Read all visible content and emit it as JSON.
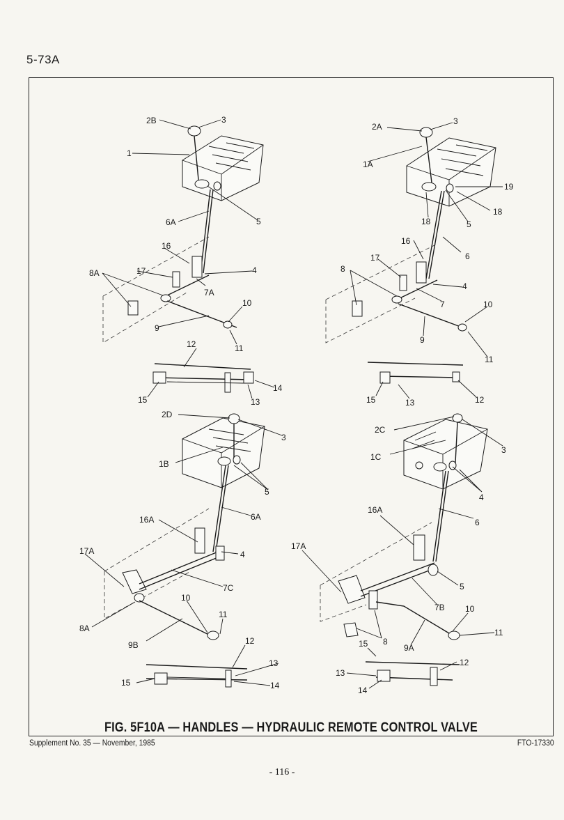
{
  "header": {
    "page_number": "5-73A"
  },
  "figure": {
    "caption": "FIG. 5F10A — HANDLES — HYDRAULIC REMOTE CONTROL VALVE",
    "panels": {
      "top_left": [
        "2B",
        "3",
        "1",
        "6A",
        "5",
        "16",
        "8A",
        "17",
        "4",
        "7A",
        "10",
        "9",
        "11"
      ],
      "top_right": [
        "2A",
        "3",
        "1A",
        "19",
        "18",
        "18",
        "5",
        "16",
        "6",
        "17",
        "8",
        "4",
        "7",
        "10",
        "9",
        "11"
      ],
      "mid_left_detail": [
        "12",
        "15",
        "14",
        "13"
      ],
      "mid_right_detail": [
        "15",
        "13",
        "12"
      ],
      "bottom_left": [
        "2D",
        "3",
        "1B",
        "5",
        "6A",
        "16A",
        "4",
        "17A",
        "7C",
        "10",
        "11",
        "8A",
        "9B"
      ],
      "bottom_right": [
        "2C",
        "3",
        "1C",
        "4",
        "16A",
        "6",
        "17A",
        "5",
        "7B",
        "10",
        "11",
        "8",
        "15",
        "9A"
      ],
      "bottom_left_detail": [
        "12",
        "13",
        "15",
        "14"
      ],
      "bottom_right_detail": [
        "12",
        "13",
        "14"
      ]
    }
  },
  "footer": {
    "supplement": "Supplement No. 35 — November, 1985",
    "code": "FTO-17330",
    "sheet_number": "- 116 -"
  }
}
